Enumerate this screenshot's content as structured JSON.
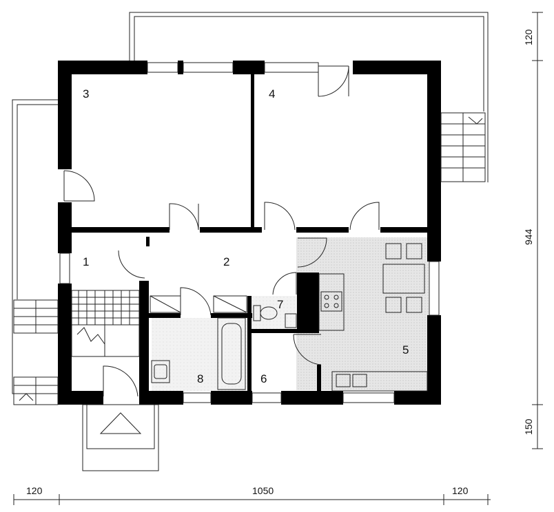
{
  "plan": {
    "rooms": [
      {
        "id": "room-1",
        "label": "1"
      },
      {
        "id": "room-2",
        "label": "2"
      },
      {
        "id": "room-3",
        "label": "3"
      },
      {
        "id": "room-4",
        "label": "4"
      },
      {
        "id": "room-5",
        "label": "5"
      },
      {
        "id": "room-6",
        "label": "6"
      },
      {
        "id": "room-7",
        "label": "7"
      },
      {
        "id": "room-8",
        "label": "8"
      }
    ],
    "dimensions": {
      "bottom_left": "120",
      "bottom_middle": "1050",
      "bottom_right": "120",
      "right_top": "120",
      "right_middle": "944",
      "right_bottom": "150"
    },
    "colors": {
      "wall": "#000000",
      "kitchen_floor": "#dcdcdc",
      "line": "#222222"
    }
  }
}
